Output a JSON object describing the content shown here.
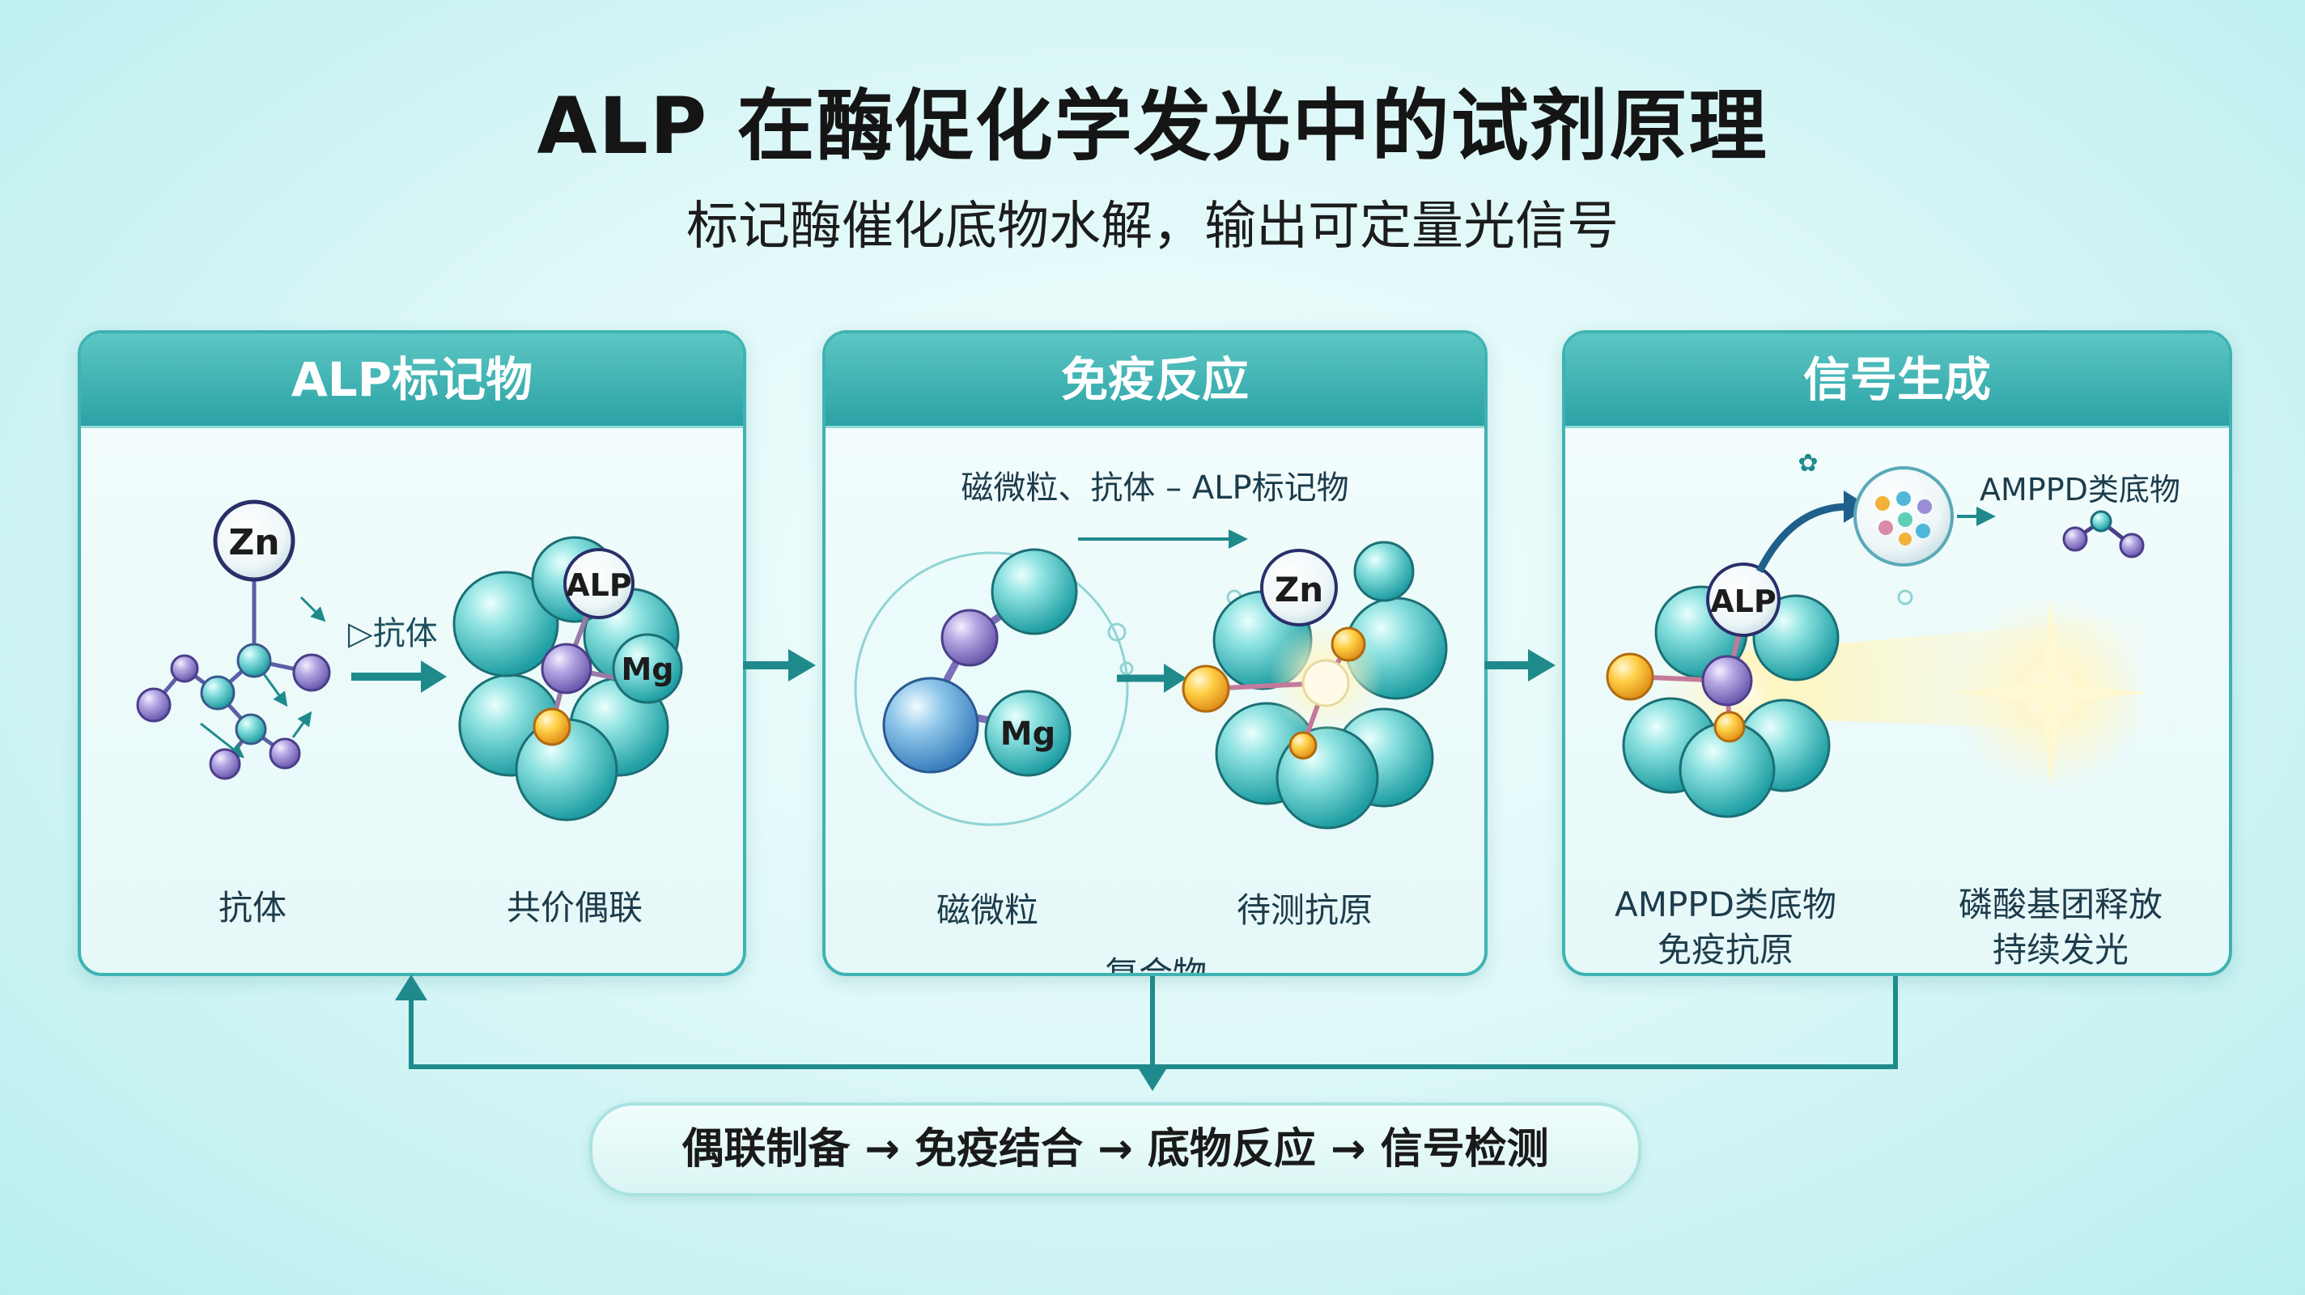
{
  "title": "ALP 在酶促化学发光中的试剂原理",
  "subtitle": "标记酶催化底物水解，输出可定量光信号",
  "colors": {
    "accent": "#2ba2a6",
    "arrow": "#1f8a8c",
    "sphere_teal": "#5ccfd1",
    "sphere_violet": "#9e8fcf",
    "sphere_gold": "#f6b92b"
  },
  "panels": [
    {
      "header": "ALP标记物",
      "atom_zn": "Zn",
      "arrow_label": "▷抗体",
      "atom_alp": "ALP",
      "atom_mg": "Mg",
      "caption_left": "抗体",
      "caption_right": "共价偶联"
    },
    {
      "header": "免疫反应",
      "top_label": "磁微粒、抗体 – ALP标记物",
      "atom_mg": "Mg",
      "atom_zn": "Zn",
      "caption_left": "磁微粒",
      "caption_right": "待测抗原",
      "caption_bottom": "复合物"
    },
    {
      "header": "信号生成",
      "atom_alp": "ALP",
      "substrate_label": "AMPPD类底物",
      "caption_left_1": "AMPPD类底物",
      "caption_left_2": "免疫抗原",
      "caption_right_1": "磷酸基团释放",
      "caption_right_2": "持续发光"
    }
  ],
  "flow": "偶联制备 → 免疫结合 → 底物反应 → 信号检测"
}
